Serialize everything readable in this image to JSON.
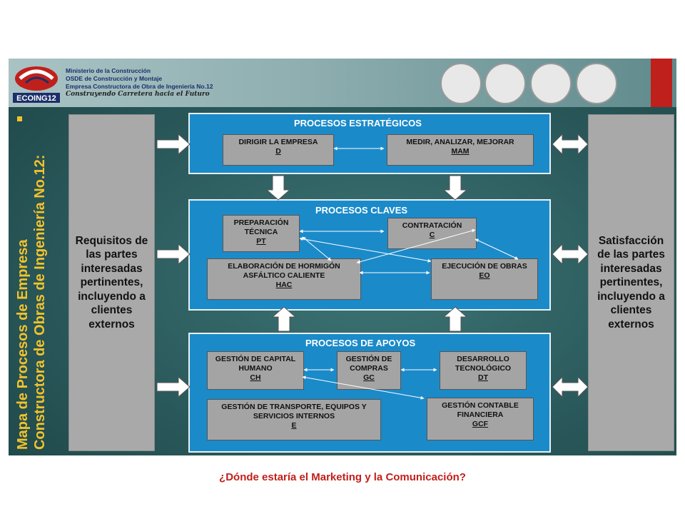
{
  "header": {
    "logo_text": "ECOING12",
    "org_lines": [
      "Ministerio de la Construcción",
      "OSDE de Construcción y Montaje",
      "Empresa Constructora de Obra de Ingeniería No.12"
    ],
    "slogan": "Construyendo Carretera hacia el Futuro"
  },
  "side_title": {
    "line1": "Mapa de Procesos de Empresa",
    "line2": "Constructora de Obras de Ingeniería No.12:"
  },
  "left_box": "Requisitos de las partes interesadas pertinentes, incluyendo a clientes externos",
  "right_box": "Satisfacción de las partes interesadas pertinentes, incluyendo a clientes externos",
  "strategic": {
    "title": "PROCESOS ESTRATÉGICOS",
    "nodes": [
      {
        "label": "DIRIGIR LA EMPRESA",
        "code": "D"
      },
      {
        "label": "MEDIR, ANALIZAR, MEJORAR",
        "code": "MAM"
      }
    ]
  },
  "key": {
    "title": "PROCESOS CLAVES",
    "nodes": [
      {
        "label": "PREPARACIÓN TÉCNICA",
        "code": "PT"
      },
      {
        "label": "CONTRATACIÓN",
        "code": "C"
      },
      {
        "label": "ELABORACIÓN DE HORMIGÓN ASFÁLTICO CALIENTE",
        "code": "HAC"
      },
      {
        "label": "EJECUCIÓN DE OBRAS",
        "code": "EO"
      }
    ]
  },
  "support": {
    "title": "PROCESOS DE APOYOS",
    "nodes": [
      {
        "label": "GESTIÓN DE CAPITAL HUMANO",
        "code": "CH"
      },
      {
        "label": "GESTIÓN DE COMPRAS",
        "code": "GC"
      },
      {
        "label": "DESARROLLO TECNOLÓGICO",
        "code": "DT"
      },
      {
        "label": "GESTIÓN DE TRANSPORTE, EQUIPOS Y SERVICIOS INTERNOS",
        "code": "E"
      },
      {
        "label": "GESTIÓN CONTABLE FINANCIERA",
        "code": "GCF"
      }
    ]
  },
  "caption": "¿Dónde estaría el Marketing y la Comunicación?",
  "colors": {
    "panel": "#1b8ac9",
    "title": "#f2c22c",
    "caption": "#c0201c",
    "node": "#a4a4a4"
  }
}
